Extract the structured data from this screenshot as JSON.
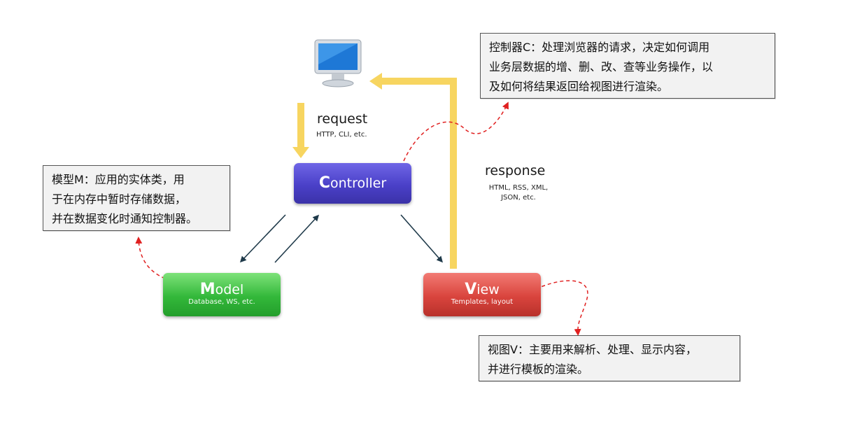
{
  "notes": {
    "controller": "控制器C：处理浏览器的请求，决定如何调用\n业务层数据的增、删、改、查等业务操作，以\n及如何将结果返回给视图进行渲染。",
    "model": "模型M：应用的实体类，用\n于在内存中暂时存储数据，\n并在数据变化时通知控制器。",
    "view": "视图V：主要用来解析、处理、显示内容，\n并进行模板的渲染。"
  },
  "nodes": {
    "controller": {
      "title": "Controller",
      "subtitle": ""
    },
    "model": {
      "title": "Model",
      "subtitle": "Database, WS, etc."
    },
    "view": {
      "title": "View",
      "subtitle": "Templates, layout"
    }
  },
  "request": {
    "title": "request",
    "subtitle": "HTTP, CLI, etc."
  },
  "response": {
    "title": "response",
    "subtitle": "HTML, RSS, XML,\nJSON, etc."
  },
  "icons": {
    "browser": "monitor-icon"
  },
  "colors": {
    "controller": "#4a40c8",
    "model": "#33b83a",
    "view": "#d9443d",
    "flow_arrow": "#f7d560",
    "callout_arrow": "#e02020",
    "connector": "#1f3a4a"
  }
}
